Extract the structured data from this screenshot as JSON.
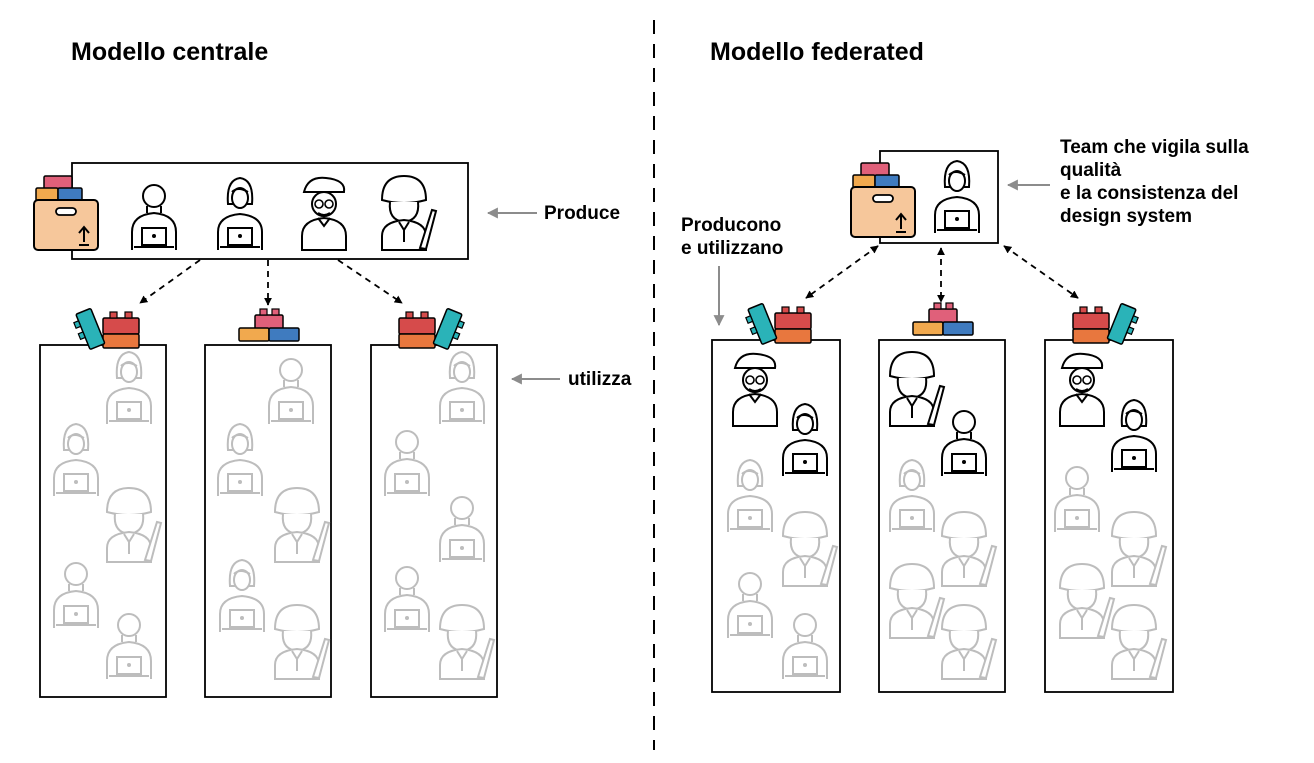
{
  "central": {
    "title": "Modello centrale",
    "produce_label": "Produce",
    "use_label": "utilizza"
  },
  "federated": {
    "title": "Modello federated",
    "team_label_line1": "Team che vigila sulla",
    "team_label_line2": "qualità",
    "team_label_line3": "e la consistenza del",
    "team_label_line4": "design system",
    "produce_use_line1": "Producono",
    "produce_use_line2": "e utilizzano"
  },
  "colors": {
    "brick_red": "#d64b4b",
    "brick_pink": "#e0607a",
    "brick_orange": "#e8773e",
    "brick_yellow": "#f1a94e",
    "brick_blue": "#3f7bbf",
    "brick_teal": "#2ab3b8",
    "box_fill": "#f6c79b",
    "faded_person": "#bdbdbd",
    "arrow_gray": "#8c8c8c"
  }
}
